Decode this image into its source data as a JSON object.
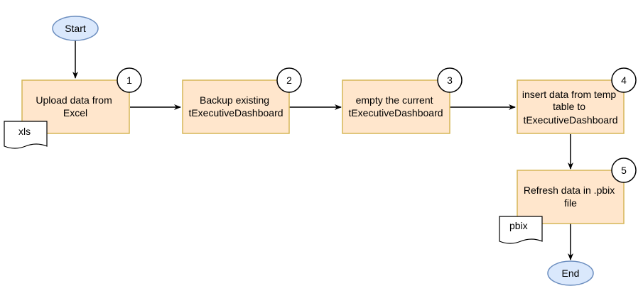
{
  "nodes": {
    "start": {
      "label": "Start"
    },
    "end": {
      "label": "End"
    },
    "step1": {
      "badge": "1",
      "lines": [
        "Upload data from",
        "Excel"
      ]
    },
    "step2": {
      "badge": "2",
      "lines": [
        "Backup existing",
        "tExecutiveDashboard"
      ]
    },
    "step3": {
      "badge": "3",
      "lines": [
        "empty the current",
        "tExecutiveDashboard"
      ]
    },
    "step4": {
      "badge": "4",
      "lines": [
        "insert data from temp",
        "table to",
        "tExecutiveDashboard"
      ]
    },
    "step5": {
      "badge": "5",
      "lines": [
        "Refresh data in .pbix",
        "file"
      ]
    }
  },
  "documents": {
    "xls": {
      "label": "xls"
    },
    "pbix": {
      "label": "pbix"
    }
  },
  "colors": {
    "step_fill": "#ffe6cc",
    "step_stroke": "#d6b656",
    "terminator_fill": "#dae8fc",
    "terminator_stroke": "#6c8ebf"
  }
}
